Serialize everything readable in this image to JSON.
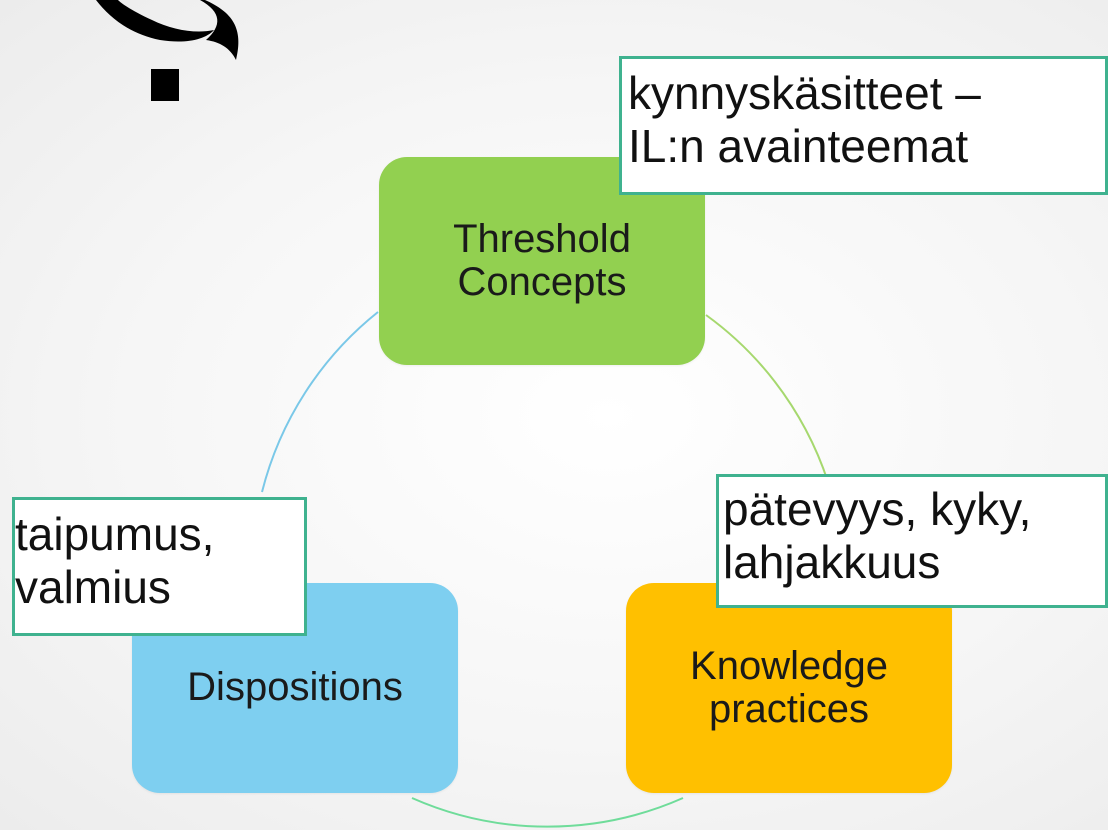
{
  "diagram": {
    "nodes": [
      {
        "id": "threshold",
        "label": "Threshold\nConcepts",
        "color": "#92d050"
      },
      {
        "id": "dispositions",
        "label": "Dispositions",
        "color": "#7ecff0"
      },
      {
        "id": "knowledge",
        "label": "Knowledge\npractices",
        "color": "#ffc000"
      }
    ],
    "connectors": [
      {
        "from": "threshold",
        "to": "knowledge",
        "color": "#a6d86e"
      },
      {
        "from": "knowledge",
        "to": "dispositions",
        "color": "#6fdc9a"
      },
      {
        "from": "dispositions",
        "to": "threshold",
        "color": "#7ac8e8"
      }
    ]
  },
  "callouts": {
    "threshold": " kynnyskäsitteet –\nIL:n avainteemat",
    "knowledge": " pätevyys, kyky,\nlahjakkuus",
    "dispositions": "taipumus,\nvalmius"
  },
  "colors": {
    "callout_border": "#3fb28f",
    "logo": "#000000"
  },
  "icons": {
    "logo": "flame-logo-icon"
  }
}
